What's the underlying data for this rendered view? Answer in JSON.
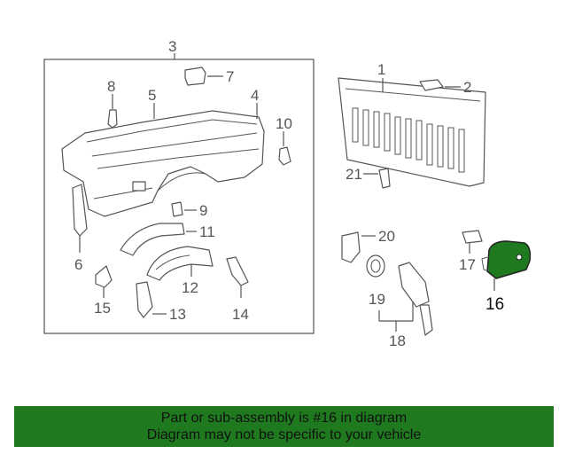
{
  "callouts": {
    "c1": "1",
    "c2": "2",
    "c3": "3",
    "c4": "4",
    "c5": "5",
    "c6": "6",
    "c7": "7",
    "c8": "8",
    "c9": "9",
    "c10": "10",
    "c11": "11",
    "c12": "12",
    "c13": "13",
    "c14": "14",
    "c15": "15",
    "c16": "16",
    "c17": "17",
    "c18": "18",
    "c19": "19",
    "c20": "20",
    "c21": "21"
  },
  "highlight_part": "16",
  "colors": {
    "highlight_fill": "#1f7a1f",
    "banner_bg": "#1f7a1f",
    "line": "#555555"
  },
  "banner": {
    "line1": "Part or sub-assembly is #16 in diagram",
    "line2": "Diagram may not be specific to your vehicle"
  }
}
